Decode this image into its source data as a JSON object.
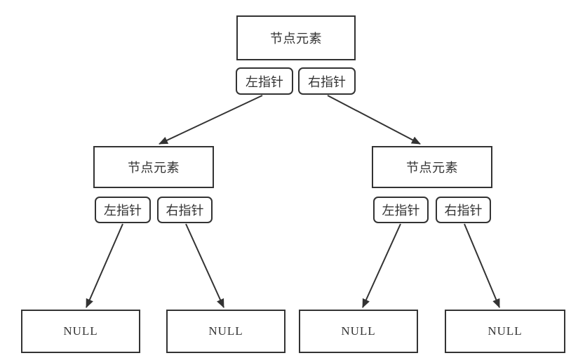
{
  "diagram": {
    "type": "binary-tree-node-structure",
    "colors": {
      "background": "#ffffff",
      "line": "#333333",
      "text": "#333333"
    },
    "root": {
      "label": "节点元素",
      "left_pointer": "左指针",
      "right_pointer": "右指针"
    },
    "left_child": {
      "label": "节点元素",
      "left_pointer": "左指针",
      "right_pointer": "右指针"
    },
    "right_child": {
      "label": "节点元素",
      "left_pointer": "左指针",
      "right_pointer": "右指针"
    },
    "leaves": [
      {
        "label": "NULL"
      },
      {
        "label": "NULL"
      },
      {
        "label": "NULL"
      },
      {
        "label": "NULL"
      }
    ]
  }
}
